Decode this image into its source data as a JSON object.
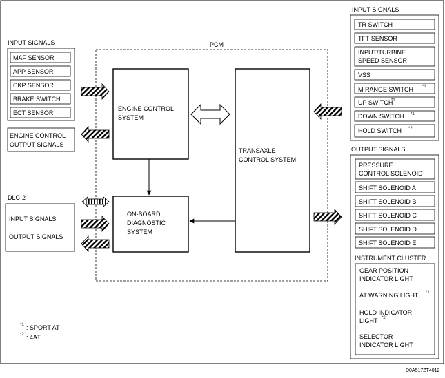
{
  "pcm": {
    "title": "PCM"
  },
  "input_signals_left": {
    "header": "INPUT SIGNALS",
    "items": [
      "MAF SENSOR",
      "APP SENSOR",
      "CKP SENSOR",
      "BRAKE SWITCH",
      "ECT SENSOR"
    ]
  },
  "engine_output": {
    "line1": "ENGINE CONTROL",
    "line2": "OUTPUT SIGNALS"
  },
  "dlc2": {
    "header": "DLC-2",
    "input": "INPUT SIGNALS",
    "output": "OUTPUT SIGNALS"
  },
  "engine_control": {
    "line1": "ENGINE CONTROL",
    "line2": "SYSTEM"
  },
  "obd": {
    "line1": "ON-BOARD",
    "line2": "DIAGNOSTIC",
    "line3": "SYSTEM"
  },
  "transaxle": {
    "line1": "TRANSAXLE",
    "line2": "CONTROL SYSTEM"
  },
  "input_signals_right": {
    "header": "INPUT SIGNALS",
    "items": [
      {
        "l1": "TR SWITCH",
        "l2": "",
        "sup": ""
      },
      {
        "l1": "TFT SENSOR",
        "l2": "",
        "sup": ""
      },
      {
        "l1": "INPUT/TURBINE",
        "l2": "SPEED SENSOR",
        "sup": ""
      },
      {
        "l1": "VSS",
        "l2": "",
        "sup": ""
      },
      {
        "l1": "M RANGE SWITCH",
        "l2": "",
        "sup": "*1"
      },
      {
        "l1": "UP SWITCH",
        "l2": "",
        "sup": "*1"
      },
      {
        "l1": "DOWN SWITCH",
        "l2": "",
        "sup": "*1"
      },
      {
        "l1": "HOLD SWITCH",
        "l2": "",
        "sup": "*2"
      }
    ]
  },
  "output_signals": {
    "header": "OUTPUT SIGNALS",
    "items": [
      {
        "l1": "PRESSURE",
        "l2": "CONTROL SOLENOID"
      },
      {
        "l1": "SHIFT SOLENOID A",
        "l2": ""
      },
      {
        "l1": "SHIFT SOLENOID B",
        "l2": ""
      },
      {
        "l1": "SHIFT SOLENOID C",
        "l2": ""
      },
      {
        "l1": "SHIFT SOLENOID D",
        "l2": ""
      },
      {
        "l1": "SHIFT SOLENOID E",
        "l2": ""
      }
    ],
    "cluster_header": "INSTRUMENT CLUSTER",
    "cluster_items": [
      {
        "l1": "GEAR POSITION",
        "l2": "INDICATOR LIGHT",
        "sup": ""
      },
      {
        "l1": "AT WARNING LIGHT",
        "l2": "",
        "sup": "*1"
      },
      {
        "l1": "HOLD INDICATOR",
        "l2": "LIGHT",
        "sup": "*2"
      },
      {
        "l1": "SELECTOR",
        "l2": "INDICATOR LIGHT",
        "sup": ""
      }
    ]
  },
  "notes": [
    {
      "mark": "*1",
      "text": ": SPORT AT"
    },
    {
      "mark": "*2",
      "text": ": 4AT"
    }
  ],
  "figure_code": "D0A517ZT4012"
}
